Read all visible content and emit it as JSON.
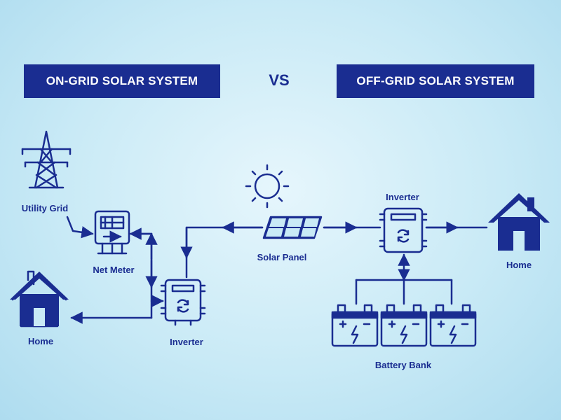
{
  "titles": {
    "on_grid": "ON-GRID SOLAR SYSTEM",
    "vs": "VS",
    "off_grid": "OFF-GRID SOLAR SYSTEM"
  },
  "labels": {
    "utility_grid": "Utility Grid",
    "net_meter": "Net Meter",
    "home_left": "Home",
    "inverter_left": "Inverter",
    "solar_panel": "Solar Panel",
    "inverter_right": "Inverter",
    "home_right": "Home",
    "battery_bank": "Battery Bank"
  },
  "colors": {
    "primary": "#1a2d91",
    "background": "#c9eaf6"
  },
  "icons": [
    "transmission-tower-icon",
    "meter-icon",
    "house-icon",
    "inverter-icon",
    "sun-icon",
    "solar-panel-icon",
    "battery-icon"
  ]
}
